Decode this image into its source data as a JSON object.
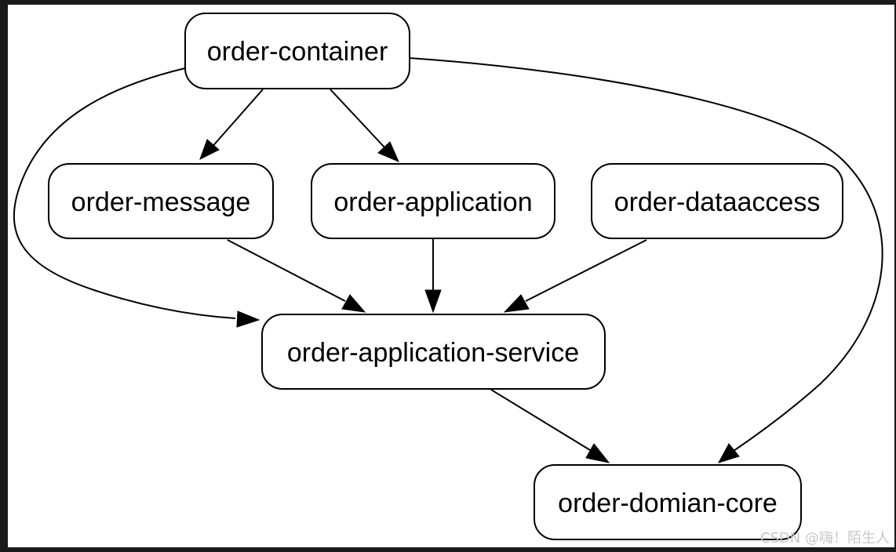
{
  "diagram": {
    "nodes": [
      {
        "id": "container",
        "label": "order-container"
      },
      {
        "id": "message",
        "label": "order-message"
      },
      {
        "id": "application",
        "label": "order-application"
      },
      {
        "id": "dataaccess",
        "label": "order-dataaccess"
      },
      {
        "id": "appservice",
        "label": "order-application-service"
      },
      {
        "id": "core",
        "label": "order-domian-core"
      }
    ],
    "edges": [
      {
        "from": "container",
        "to": "message"
      },
      {
        "from": "container",
        "to": "application"
      },
      {
        "from": "container",
        "to": "appservice"
      },
      {
        "from": "container",
        "to": "core"
      },
      {
        "from": "message",
        "to": "appservice"
      },
      {
        "from": "application",
        "to": "appservice"
      },
      {
        "from": "dataaccess",
        "to": "appservice"
      },
      {
        "from": "appservice",
        "to": "core"
      }
    ]
  },
  "watermark": "CSDN @嗨！陌生人",
  "colors": {
    "frame": "#1a1a1a",
    "background": "#ffffff",
    "stroke": "#000000"
  }
}
